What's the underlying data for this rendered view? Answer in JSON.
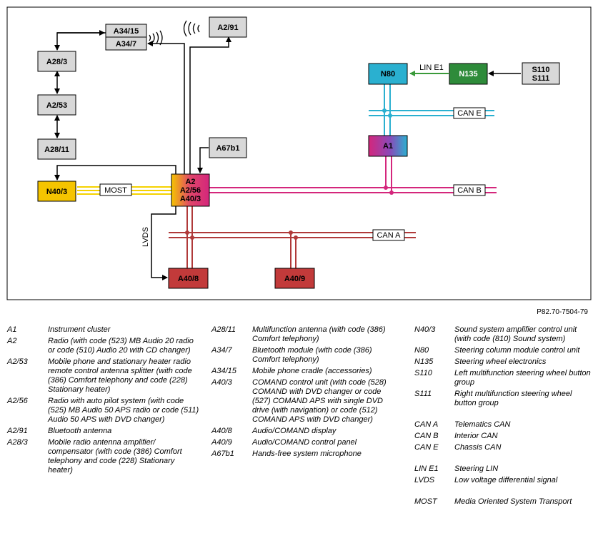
{
  "diagram": {
    "boxes": {
      "a3415": "A34/15",
      "a347": "A34/7",
      "a291": "A2/91",
      "a283": "A28/3",
      "a253": "A2/53",
      "a2811": "A28/11",
      "a67b1": "A67b1",
      "n403": "N40/3",
      "a2_1": "A2",
      "a2_2": "A2/56",
      "a2_3": "A40/3",
      "a408": "A40/8",
      "a409": "A40/9",
      "n80": "N80",
      "n135": "N135",
      "s110": "S110",
      "s111": "S111",
      "a1": "A1"
    },
    "bus_labels": {
      "most": "MOST",
      "can_a": "CAN A",
      "can_b": "CAN B",
      "can_e": "CAN E",
      "lin_e1": "LIN E1",
      "lvds": "LVDS"
    },
    "colors": {
      "most": "#f5d200",
      "can_a": "#b03a3a",
      "can_b": "#d4267c",
      "can_e": "#2ab0d0",
      "lin": "#3a9a3a"
    }
  },
  "reference": "P82.70-7504-79",
  "legend": {
    "col1": [
      {
        "code": "A1",
        "desc": "Instrument cluster"
      },
      {
        "code": "A2",
        "desc": "Radio (with code (523) MB Audio 20 radio or code (510) Audio 20 with CD changer)"
      },
      {
        "code": "A2/53",
        "desc": "Mobile phone and stationary heater radio remote control antenna splitter (with code (386) Comfort telephony and code (228) Stationary heater)"
      },
      {
        "code": "A2/56",
        "desc": "Radio with auto pilot system (with code (525) MB Audio 50 APS radio or code (511) Audio 50 APS with DVD changer)"
      },
      {
        "code": "A2/91",
        "desc": "Bluetooth antenna"
      },
      {
        "code": "A28/3",
        "desc": "Mobile radio antenna amplifier/ compensator (with code (386) Comfort telephony and code (228) Stationary heater)"
      }
    ],
    "col2": [
      {
        "code": "A28/11",
        "desc": "Multifunction antenna (with code (386) Comfort telephony)"
      },
      {
        "code": "A34/7",
        "desc": "Bluetooth module (with code (386) Comfort telephony)"
      },
      {
        "code": "A34/15",
        "desc": "Mobile phone cradle (accessories)"
      },
      {
        "code": "A40/3",
        "desc": "COMAND control unit (with code (528) COMAND with DVD changer or code (527) COMAND APS with single DVD drive (with navigation) or code (512) COMAND APS with DVD changer)"
      },
      {
        "code": "A40/8",
        "desc": "Audio/COMAND display"
      },
      {
        "code": "A40/9",
        "desc": "Audio/COMAND control panel"
      },
      {
        "code": "A67b1",
        "desc": "Hands-free system microphone"
      }
    ],
    "col3a": [
      {
        "code": "N40/3",
        "desc": "Sound system amplifier control unit (with code (810) Sound system)"
      },
      {
        "code": "N80",
        "desc": "Steering column module control unit"
      },
      {
        "code": "N135",
        "desc": "Steering wheel electronics"
      },
      {
        "code": "S110",
        "desc": "Left multifunction steering wheel button group"
      },
      {
        "code": "S111",
        "desc": "Right multifunction steering wheel button group"
      }
    ],
    "col3b": [
      {
        "code": "CAN A",
        "desc": "Telematics CAN"
      },
      {
        "code": "CAN B",
        "desc": "Interior CAN"
      },
      {
        "code": "CAN E",
        "desc": "Chassis CAN"
      }
    ],
    "col3c": [
      {
        "code": "LIN E1",
        "desc": "Steering LIN"
      },
      {
        "code": "LVDS",
        "desc": "Low voltage differential signal"
      }
    ],
    "col3d": [
      {
        "code": "MOST",
        "desc": "Media Oriented System Transport"
      }
    ]
  }
}
